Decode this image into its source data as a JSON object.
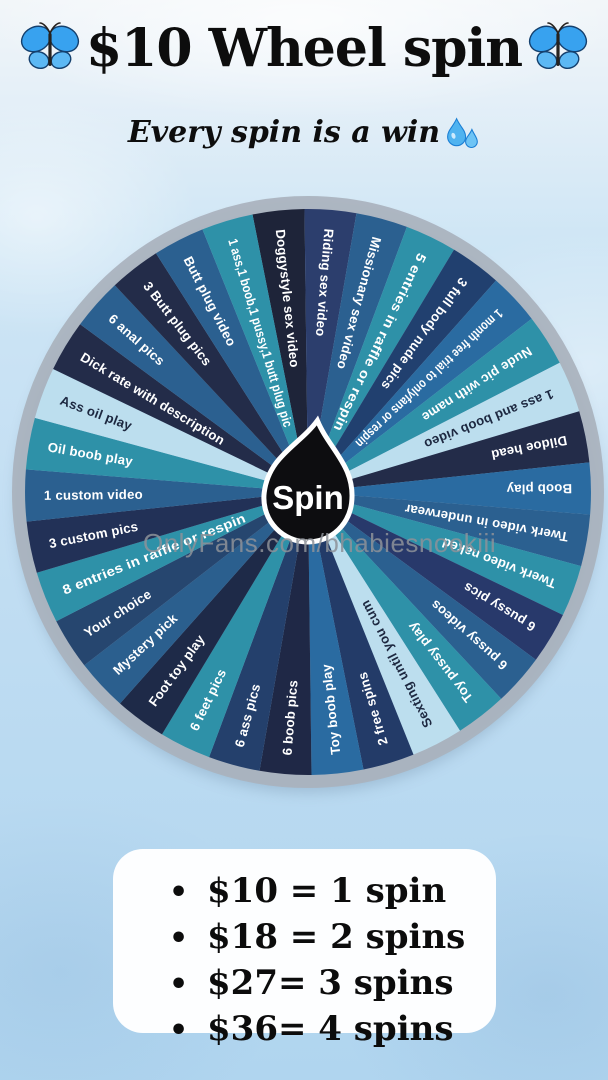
{
  "header": {
    "title": "$10 Wheel spin",
    "subtitle": "Every spin is a win",
    "left_icon": "butterfly-icon",
    "right_icon": "butterfly-icon",
    "subtitle_icon": "droplets-icon"
  },
  "wheel": {
    "center_label": "Spin",
    "rim_color": "#a9b2bd",
    "segments": [
      {
        "label": "Doggystyle sex video",
        "color": "#1e2439",
        "text_color": "#ffffff"
      },
      {
        "label": "Riding sex video",
        "color": "#2c3e6d",
        "text_color": "#ffffff"
      },
      {
        "label": "Missionary sex video",
        "color": "#2b6090",
        "text_color": "#ffffff"
      },
      {
        "label": "5 entries in raffle or respin",
        "color": "#2e91a8",
        "text_color": "#ffffff"
      },
      {
        "label": "3 full body nude pics",
        "color": "#21406f",
        "text_color": "#ffffff"
      },
      {
        "label": "1 month free trial to onlyfans or respin",
        "color": "#2a6ba1",
        "text_color": "#ffffff"
      },
      {
        "label": "Nude pic with name",
        "color": "#2e91a8",
        "text_color": "#ffffff"
      },
      {
        "label": "1 ass and boob video",
        "color": "#bcdeee",
        "text_color": "#1d2840"
      },
      {
        "label": "Dildoe head",
        "color": "#232c49",
        "text_color": "#ffffff"
      },
      {
        "label": "Boob play",
        "color": "#2a6ba1",
        "text_color": "#ffffff"
      },
      {
        "label": "Twerk video in underwear",
        "color": "#2b6090",
        "text_color": "#ffffff"
      },
      {
        "label": "Twerk video naked",
        "color": "#2e91a8",
        "text_color": "#ffffff"
      },
      {
        "label": "6 pussy pics",
        "color": "#28396b",
        "text_color": "#ffffff"
      },
      {
        "label": "6 pussy videos",
        "color": "#2b6090",
        "text_color": "#ffffff"
      },
      {
        "label": "Toy pussy play",
        "color": "#2e91a8",
        "text_color": "#ffffff"
      },
      {
        "label": "Sexting until you cum",
        "color": "#bcdeee",
        "text_color": "#1d2840"
      },
      {
        "label": "2 free spins",
        "color": "#233b68",
        "text_color": "#ffffff"
      },
      {
        "label": "Toy boob play",
        "color": "#2a6ba1",
        "text_color": "#ffffff"
      },
      {
        "label": "6 boob pics",
        "color": "#1f2846",
        "text_color": "#ffffff"
      },
      {
        "label": "6 ass pics",
        "color": "#24406c",
        "text_color": "#ffffff"
      },
      {
        "label": "6 feet pics",
        "color": "#2e91a8",
        "text_color": "#ffffff"
      },
      {
        "label": "Foot toy play",
        "color": "#1e2a48",
        "text_color": "#ffffff"
      },
      {
        "label": "Mystery pick",
        "color": "#2b5f8e",
        "text_color": "#ffffff"
      },
      {
        "label": "Your choice",
        "color": "#26466f",
        "text_color": "#ffffff"
      },
      {
        "label": "8 entries in raffle or respin",
        "color": "#2e91a8",
        "text_color": "#ffffff"
      },
      {
        "label": "3 custom pics",
        "color": "#223157",
        "text_color": "#ffffff"
      },
      {
        "label": "1 custom video",
        "color": "#2b6090",
        "text_color": "#ffffff"
      },
      {
        "label": "Oil boob play",
        "color": "#2e91a8",
        "text_color": "#ffffff"
      },
      {
        "label": "Ass oil play",
        "color": "#bcdeee",
        "text_color": "#1d2840"
      },
      {
        "label": "Dick rate with description",
        "color": "#232c49",
        "text_color": "#ffffff"
      },
      {
        "label": "6 anal pics",
        "color": "#2b6090",
        "text_color": "#ffffff"
      },
      {
        "label": "3 Butt plug pics",
        "color": "#232c49",
        "text_color": "#ffffff"
      },
      {
        "label": "Butt plug video",
        "color": "#2b6090",
        "text_color": "#ffffff"
      },
      {
        "label": "1 ass,1 boob,1 pussy,1 butt plug pic",
        "color": "#2e91a8",
        "text_color": "#ffffff"
      }
    ]
  },
  "watermark": "OnlyFans.com/bhabiesnookiii",
  "pricing": {
    "items": [
      "$10 = 1 spin",
      "$18 = 2 spins",
      "$27= 3 spins",
      "$36= 4 spins"
    ]
  },
  "palette": {
    "background": "#c4dff3",
    "box_background": "#fdfeff",
    "title_color": "#0d0d0d",
    "watermark_color": "#8e9299",
    "drop_fill": "#0d0d10",
    "drop_text": "#ffffff",
    "rim": "#a9b2bd"
  }
}
